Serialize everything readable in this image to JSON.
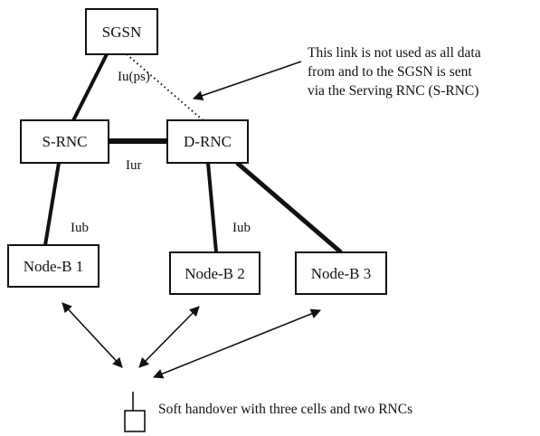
{
  "diagram": {
    "nodes": {
      "sgsn": "SGSN",
      "srnc": "S-RNC",
      "drnc": "D-RNC",
      "nodeb1": "Node-B 1",
      "nodeb2": "Node-B 2",
      "nodeb3": "Node-B 3"
    },
    "interfaces": {
      "iu_ps": "Iu(ps)",
      "iur": "Iur",
      "iub_left": "Iub",
      "iub_right": "Iub"
    },
    "notes": {
      "unused_link": [
        "This link is not used as all data",
        "from and to the SGSN is sent",
        "via the Serving RNC (S-RNC)"
      ],
      "handover": "Soft handover with three cells and two RNCs"
    },
    "icons": {
      "mobile": "mobile-phone-icon"
    }
  }
}
